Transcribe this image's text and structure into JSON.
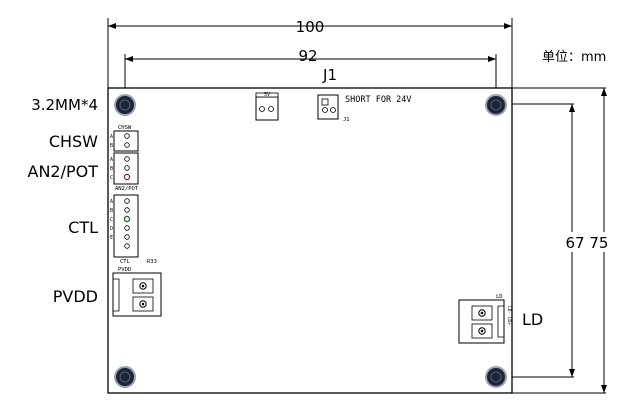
{
  "dimensions": {
    "overall_width": "100",
    "hole_spacing": "92",
    "heights": "67 75",
    "unit": "单位：mm"
  },
  "labels": {
    "connector_j1": "J1",
    "mounting_holes": "3.2MM*4",
    "chsw": "CHSW",
    "an2_pot": "AN2/POT",
    "ctl": "CTL",
    "pvdd": "PVDD",
    "ld": "LD"
  },
  "board_text": {
    "short_note": "SHORT FOR 24V",
    "j1_small": "J1",
    "chsw_small": "CHSW",
    "an2pot_small": "AN2/POT",
    "ctl_small": "CTL",
    "r33": "R33",
    "pvdd_small": "PVDD",
    "ld_small": "LD",
    "top_conn_small": "5V",
    "pin_a": "A",
    "pin_b": "B",
    "pin_c": "C",
    "pin_d": "D",
    "pin_e": "E",
    "ld_pins": "LD- LD+"
  },
  "colors": {
    "line": "#000000",
    "board": "#ffffff",
    "hole_fill": "#1d2436",
    "hole_ring": "#9aa4b4",
    "pin_green": "#2f6b2f",
    "pin_red": "#8a2020"
  }
}
